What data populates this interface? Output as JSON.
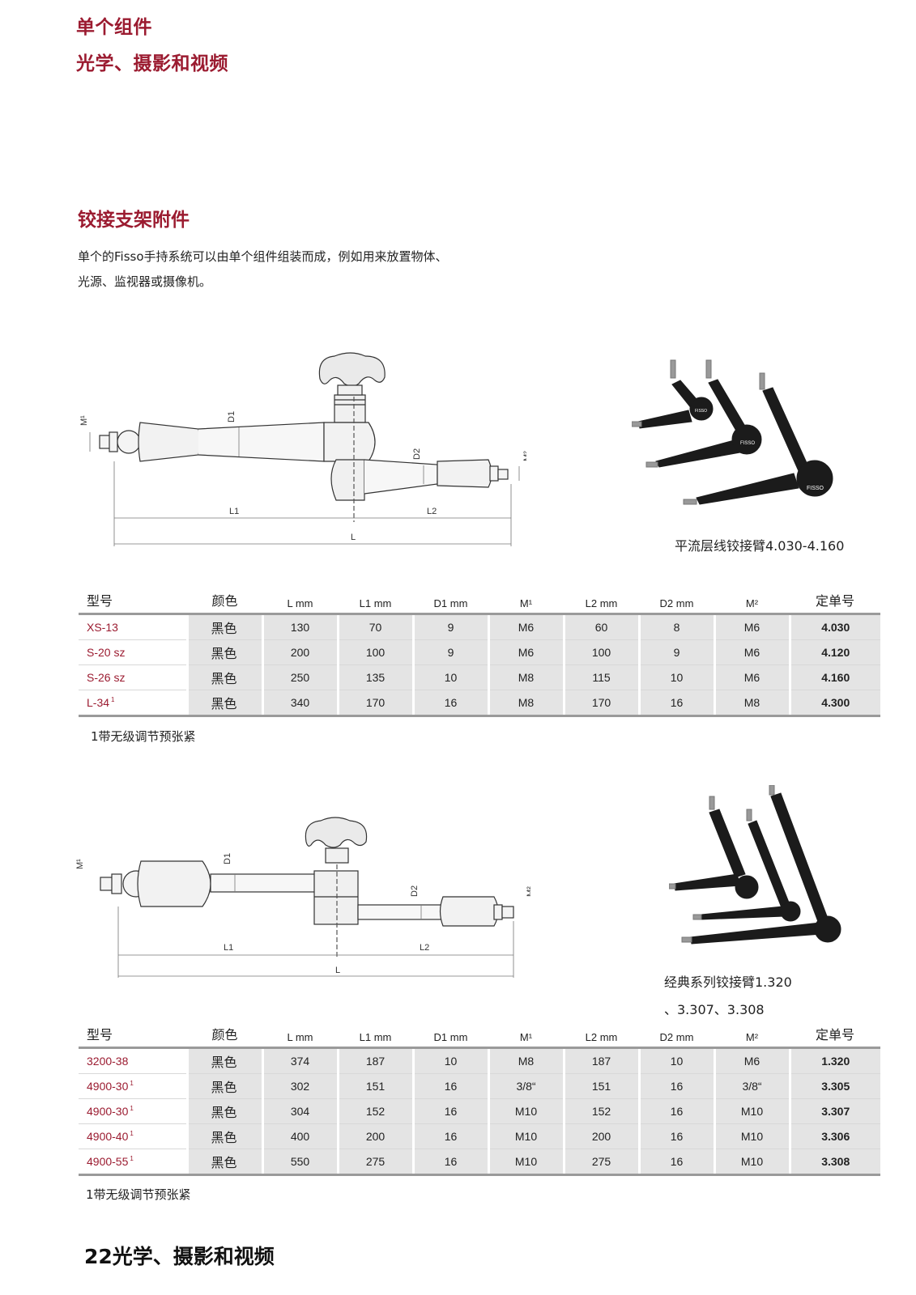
{
  "header": {
    "title_line1": "单个组件",
    "title_line2": "光学、摄影和视频"
  },
  "section": {
    "title": "铰接支架附件",
    "intro_line1": "单个的Fisso手持系统可以由单个组件组装而成，例如用来放置物体、",
    "intro_line2": "光源、监视器或摄像机。"
  },
  "diagram_labels": {
    "m1": "M¹",
    "m2": "M²",
    "d1": "D1",
    "d2": "D2",
    "l1": "L1",
    "l2": "L2",
    "l": "L"
  },
  "photo1": {
    "caption": "平流层线铰接臂4.030-4.160",
    "logo_text": "FISSO"
  },
  "photo2": {
    "caption_line1": "经典系列铰接臂1.320",
    "caption_line2": "、3.307、3.308"
  },
  "table_headers": [
    "型号",
    "颜色",
    "L mm",
    "L1 mm",
    "D1 mm",
    "M¹",
    "L2 mm",
    "D2 mm",
    "M²",
    "定单号"
  ],
  "table1": {
    "rows": [
      {
        "model": "XS-13",
        "sup": "",
        "color": "黑色",
        "l": "130",
        "l1": "70",
        "d1": "9",
        "m1": "M6",
        "l2": "60",
        "d2": "8",
        "m2": "M6",
        "order": "4.030"
      },
      {
        "model": "S-20 sz",
        "sup": "",
        "color": "黑色",
        "l": "200",
        "l1": "100",
        "d1": "9",
        "m1": "M6",
        "l2": "100",
        "d2": "9",
        "m2": "M6",
        "order": "4.120"
      },
      {
        "model": "S-26 sz",
        "sup": "",
        "color": "黑色",
        "l": "250",
        "l1": "135",
        "d1": "10",
        "m1": "M8",
        "l2": "115",
        "d2": "10",
        "m2": "M6",
        "order": "4.160"
      },
      {
        "model": "L-34",
        "sup": "1",
        "color": "黑色",
        "l": "340",
        "l1": "170",
        "d1": "16",
        "m1": "M8",
        "l2": "170",
        "d2": "16",
        "m2": "M8",
        "order": "4.300"
      }
    ],
    "note": "1带无级调节预张紧"
  },
  "table2": {
    "rows": [
      {
        "model": "3200-38",
        "sup": "",
        "color": "黑色",
        "l": "374",
        "l1": "187",
        "d1": "10",
        "m1": "M8",
        "l2": "187",
        "d2": "10",
        "m2": "M6",
        "order": "1.320"
      },
      {
        "model": "4900-30",
        "sup": "1",
        "color": "黑色",
        "l": "302",
        "l1": "151",
        "d1": "16",
        "m1": "3/8“",
        "l2": "151",
        "d2": "16",
        "m2": "3/8“",
        "order": "3.305"
      },
      {
        "model": "4900-30",
        "sup": "1",
        "color": "黑色",
        "l": "304",
        "l1": "152",
        "d1": "16",
        "m1": "M10",
        "l2": "152",
        "d2": "16",
        "m2": "M10",
        "order": "3.307"
      },
      {
        "model": "4900-40",
        "sup": "1",
        "color": "黑色",
        "l": "400",
        "l1": "200",
        "d1": "16",
        "m1": "M10",
        "l2": "200",
        "d2": "16",
        "m2": "M10",
        "order": "3.306"
      },
      {
        "model": "4900-55",
        "sup": "1",
        "color": "黑色",
        "l": "550",
        "l1": "275",
        "d1": "16",
        "m1": "M10",
        "l2": "275",
        "d2": "16",
        "m2": "M10",
        "order": "3.308"
      }
    ],
    "note": "1带无级调节预张紧"
  },
  "footer": {
    "text": "22光学、摄影和视频"
  },
  "colors": {
    "accent": "#9b1b30",
    "row_fill": "#e4e4e4",
    "rule": "#9a9a9a"
  }
}
